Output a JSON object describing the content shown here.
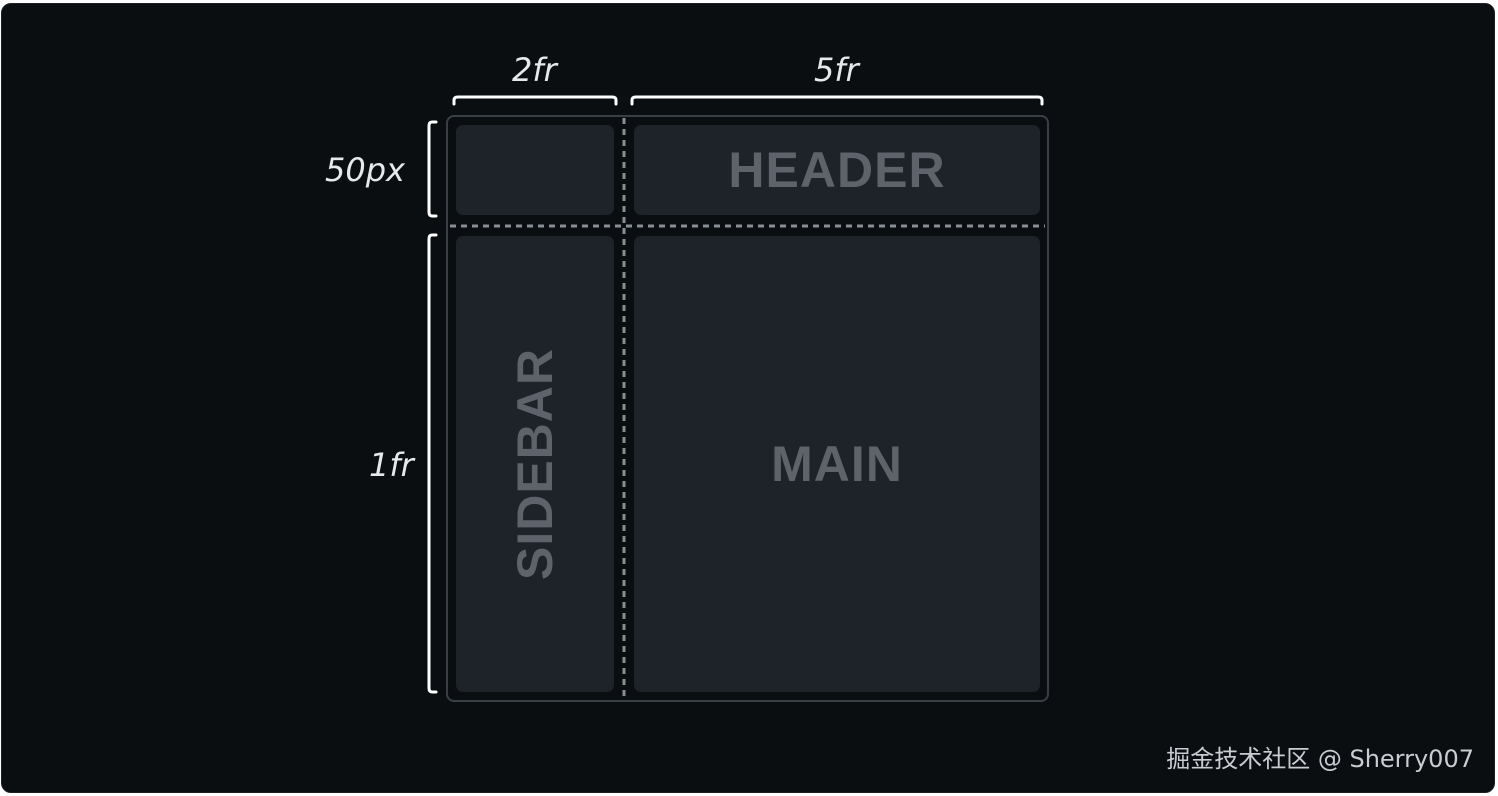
{
  "columns": [
    {
      "label": "2fr"
    },
    {
      "label": "5fr"
    }
  ],
  "rows": [
    {
      "label": "50px"
    },
    {
      "label": "1fr"
    }
  ],
  "areas": {
    "header": "HEADER",
    "sidebar": "SIDEBAR",
    "main": "MAIN"
  },
  "watermark": "掘金技术社区 @ Sherry007",
  "colors": {
    "background": "#0b0e11",
    "cell": "#1e2229",
    "cell_text": "#5c636b",
    "bracket": "#ffffff",
    "grid_line": "#8a8f95"
  }
}
